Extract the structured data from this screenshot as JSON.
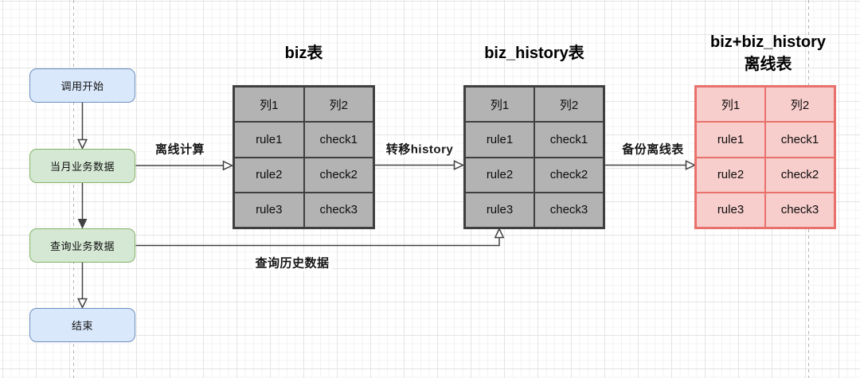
{
  "flowchart": {
    "nodes": [
      {
        "id": "start",
        "label": "调用开始"
      },
      {
        "id": "monthly",
        "label": "当月业务数据"
      },
      {
        "id": "query",
        "label": "查询业务数据"
      },
      {
        "id": "end",
        "label": "结束"
      }
    ]
  },
  "edges": {
    "offline_compute": "离线计算",
    "transfer_history": "转移history",
    "backup_offline": "备份离线表",
    "query_history": "查询历史数据"
  },
  "tables": [
    {
      "title": "biz表",
      "headers": [
        "列1",
        "列2"
      ],
      "rows": [
        [
          "rule1",
          "check1"
        ],
        [
          "rule2",
          "check2"
        ],
        [
          "rule3",
          "check3"
        ]
      ]
    },
    {
      "title": "biz_history表",
      "headers": [
        "列1",
        "列2"
      ],
      "rows": [
        [
          "rule1",
          "check1"
        ],
        [
          "rule2",
          "check2"
        ],
        [
          "rule3",
          "check3"
        ]
      ]
    },
    {
      "title_lines": [
        "biz+biz_history",
        "离线表"
      ],
      "headers": [
        "列1",
        "列2"
      ],
      "rows": [
        [
          "rule1",
          "check1"
        ],
        [
          "rule2",
          "check2"
        ],
        [
          "rule3",
          "check3"
        ]
      ]
    }
  ],
  "colors": {
    "node_blue_fill": "#dae8fc",
    "node_blue_stroke": "#6c8ebf",
    "node_green_fill": "#d5e8d4",
    "node_green_stroke": "#82b366",
    "table_gray_fill": "#b3b3b3",
    "table_gray_stroke": "#3f3f3f",
    "table_pink_fill": "#f8cecc",
    "table_pink_stroke": "#e8716b",
    "line_color": "#424242",
    "grid_major": "#e4e4e4",
    "grid_minor": "#f3f3f3",
    "dashed_guide": "#b5b5b5"
  }
}
